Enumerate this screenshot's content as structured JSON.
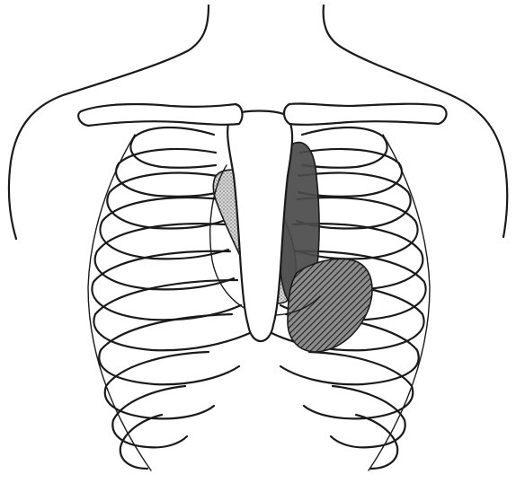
{
  "figure": {
    "background_color": "#ffffff",
    "line_color": "#1a1a1a",
    "regions": [
      {
        "name": "pale-stippled-region",
        "fill_pattern": "stipple",
        "color": "#9a9a9a"
      },
      {
        "name": "dark-vertical-band",
        "fill_pattern": "solid",
        "color": "#4a4a4a"
      },
      {
        "name": "hatched-lower-region",
        "fill_pattern": "diagonal-hatch",
        "color": "#2e2e2e"
      }
    ]
  }
}
